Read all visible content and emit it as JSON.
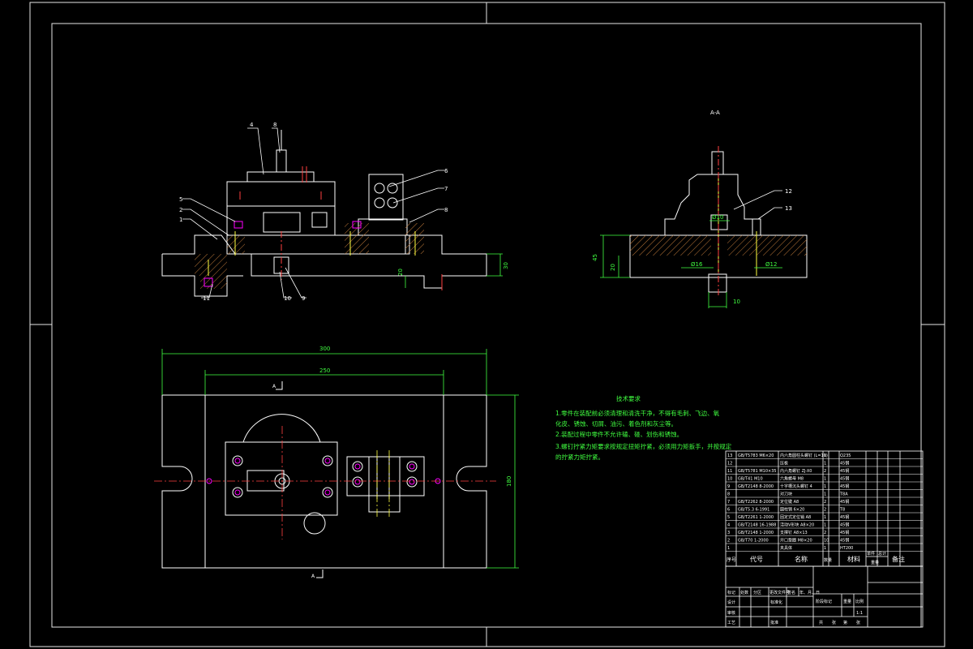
{
  "drawing": {
    "section_label": "A-A",
    "view_marker": "A"
  },
  "callouts": {
    "front": [
      "4",
      "8",
      "5",
      "2",
      "1",
      "6",
      "7",
      "8",
      "11",
      "10",
      "9"
    ],
    "side": [
      "12",
      "13"
    ]
  },
  "dimensions": {
    "overall_length": "300",
    "inner_length": "250",
    "height": "180",
    "front_height_a": "30",
    "front_height_b": "20",
    "side_height_a": "45",
    "side_height_b": "20",
    "side_width": "10",
    "diam_1": "Ø16",
    "diam_2": "Ø10",
    "diam_3": "Ø12"
  },
  "tech_requirements": {
    "title": "技术要求",
    "lines": [
      "1.零件在装配前必须清理和清洗干净，不得有毛刺、飞边、氧",
      "化皮、锈蚀、切屑、油污、着色剂和灰尘等。",
      "2.装配过程中零件不允许磕、碰、划伤和锈蚀。",
      "3.螺钉拧紧力矩要求按规定扭矩拧紧，必须用力矩扳手，并按规定",
      "的拧紧力矩拧紧。"
    ]
  },
  "bom": {
    "rows": [
      {
        "no": "13",
        "code": "GB/T5783 M6×20",
        "name": "内六角圆柱头螺钉 (L=10)",
        "qty": "1",
        "mat": "Q235"
      },
      {
        "no": "12",
        "code": "",
        "name": "压板",
        "qty": "1",
        "mat": "45钢"
      },
      {
        "no": "11",
        "code": "GB/T5781 M10×35",
        "name": "内六角螺钉 ZJ-X0",
        "qty": "2",
        "mat": "45钢"
      },
      {
        "no": "10",
        "code": "GB/T41 M10",
        "name": "六角螺母 M8",
        "qty": "1",
        "mat": "45钢"
      },
      {
        "no": "9",
        "code": "GB/T2148 8-2000",
        "name": "十字槽沉头螺钉 4",
        "qty": "1",
        "mat": "45钢"
      },
      {
        "no": "8",
        "code": "",
        "name": "对刀块",
        "qty": "1",
        "mat": "T8A"
      },
      {
        "no": "7",
        "code": "GB/T2262 8-2000",
        "name": "定位键 A8",
        "qty": "2",
        "mat": "45钢"
      },
      {
        "no": "6",
        "code": "GB/T5.3 6-1991",
        "name": "圆柱销 6×20",
        "qty": "2",
        "mat": "T8"
      },
      {
        "no": "5",
        "code": "GB/T2261 1-2000",
        "name": "固定式定位销 A8",
        "qty": "1",
        "mat": "45钢"
      },
      {
        "no": "4",
        "code": "GB/T2148 16-1988",
        "name": "活动V形块 A8×20",
        "qty": "1",
        "mat": "45钢"
      },
      {
        "no": "3",
        "code": "GB/T2148 1-2000",
        "name": "支撑钉 A8×13",
        "qty": "2",
        "mat": "45钢"
      },
      {
        "no": "2",
        "code": "GB/T70 1-2000",
        "name": "开口垫圈 M8×20",
        "qty": "10",
        "mat": "45钢"
      },
      {
        "no": "1",
        "code": "",
        "name": "夹具体",
        "qty": "1",
        "mat": "HT200"
      }
    ],
    "header": {
      "no": "序号",
      "code": "代号",
      "name": "名称",
      "qty": "数量",
      "mat": "材料",
      "weight_single": "单件",
      "weight_total": "总计",
      "weight_label": "重量",
      "remark": "备注"
    }
  },
  "title_block": {
    "row1": [
      "标记",
      "处数",
      "分区",
      "更改文件号",
      "签名",
      "年、月、日"
    ],
    "design": "设计",
    "standard": "标准化",
    "audit": "审核",
    "craft": "工艺",
    "approve": "批准",
    "stage_labels": [
      "阶段标记",
      "重量",
      "比例"
    ],
    "scale": "1:1",
    "sheets": [
      "共",
      "张",
      "第",
      "张"
    ]
  }
}
